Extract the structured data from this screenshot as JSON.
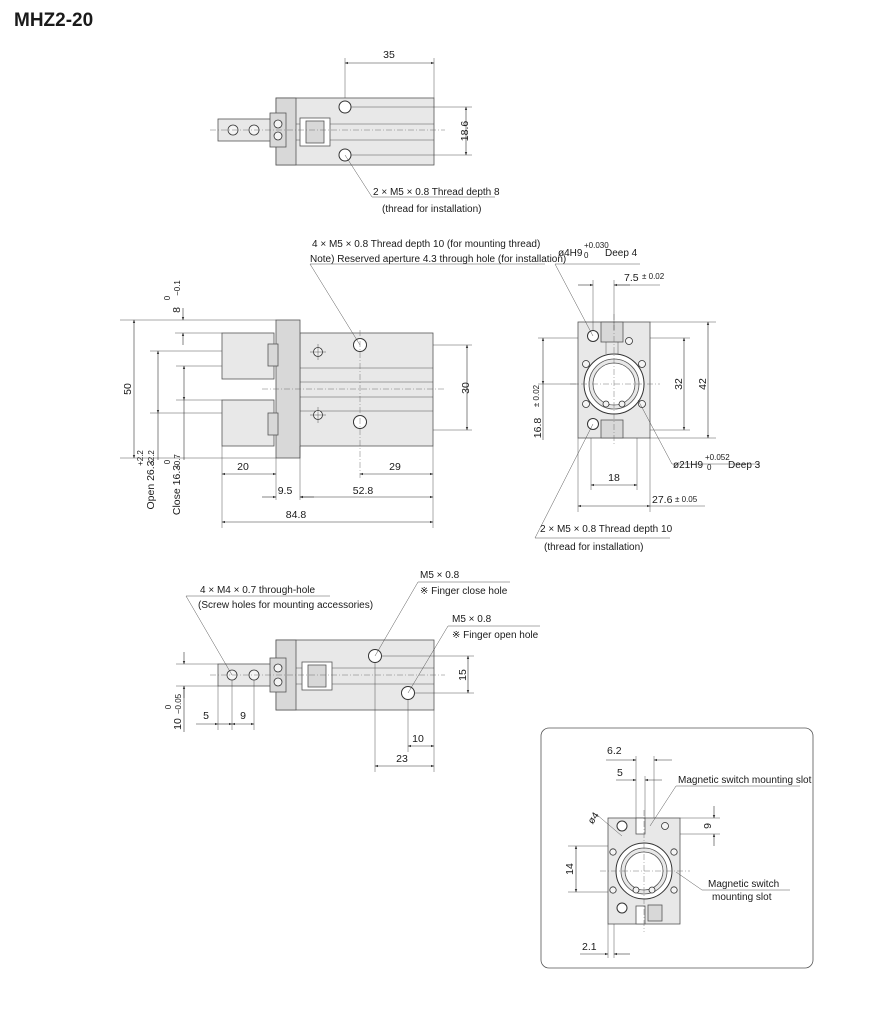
{
  "title": "MHZ2-20",
  "top_view": {
    "dim_35": "35",
    "dim_18_6": "18.6",
    "note_line1": "2 × M5 × 0.8 Thread depth 8",
    "note_line2": "(thread for installation)"
  },
  "side_view": {
    "note_line1": "4 × M5 × 0.8 Thread depth 10 (for mounting thread)",
    "note_line2": "Note) Reserved aperture 4.3 through hole (for installation)",
    "dim_8": "8",
    "tol_8_upper": "0",
    "tol_8_lower": "−0.1",
    "dim_50": "50",
    "dim_30": "30",
    "dim_20": "20",
    "dim_29": "29",
    "dim_9_5": "9.5",
    "dim_52_8": "52.8",
    "dim_84_8": "84.8",
    "open_label": "Open 26.3",
    "open_tol_upper": "+2.2",
    "open_tol_lower": "−2.2",
    "close_label": "Close 16.3",
    "close_tol_upper": "0",
    "close_tol_lower": "−0.7"
  },
  "end_view": {
    "bore_label": "ø4H9",
    "bore_tol_upper": "+0.030",
    "bore_tol_lower": "0",
    "bore_depth": "Deep 4",
    "dim_7_5": "7.5",
    "tol_7_5": "± 0.02",
    "dim_32": "32",
    "dim_42": "42",
    "dim_16_8": "16.8",
    "tol_16_8": "± 0.02",
    "dim_18": "18",
    "spigot_label": "ø21H9",
    "spigot_tol_upper": "+0.052",
    "spigot_tol_lower": "0",
    "spigot_depth": "Deep 3",
    "dim_27_6": "27.6",
    "tol_27_6": "± 0.05",
    "note_line1": "2 × M5 × 0.8 Thread depth 10",
    "note_line2": "(thread for installation)"
  },
  "bottom_view": {
    "note_a1": "4 × M4 × 0.7 through-hole",
    "note_a2": "(Screw holes for mounting accessories)",
    "note_b1": "M5 × 0.8",
    "note_b2": "※ Finger close hole",
    "note_c1": "M5 × 0.8",
    "note_c2": "※ Finger open hole",
    "dim_10": "10",
    "tol_10_upper": "0",
    "tol_10_lower": "−0.05",
    "dim_5": "5",
    "dim_9": "9",
    "dim_15": "15",
    "dim_10b": "10",
    "dim_23": "23"
  },
  "detail_view": {
    "dim_6_2": "6.2",
    "dim_5": "5",
    "slot_label_1": "Magnetic switch mounting slot",
    "dim_o4": "ø4",
    "dim_9": "9",
    "dim_14": "14",
    "slot_label_2a": "Magnetic switch",
    "slot_label_2b": "mounting slot",
    "dim_2_1": "2.1"
  }
}
